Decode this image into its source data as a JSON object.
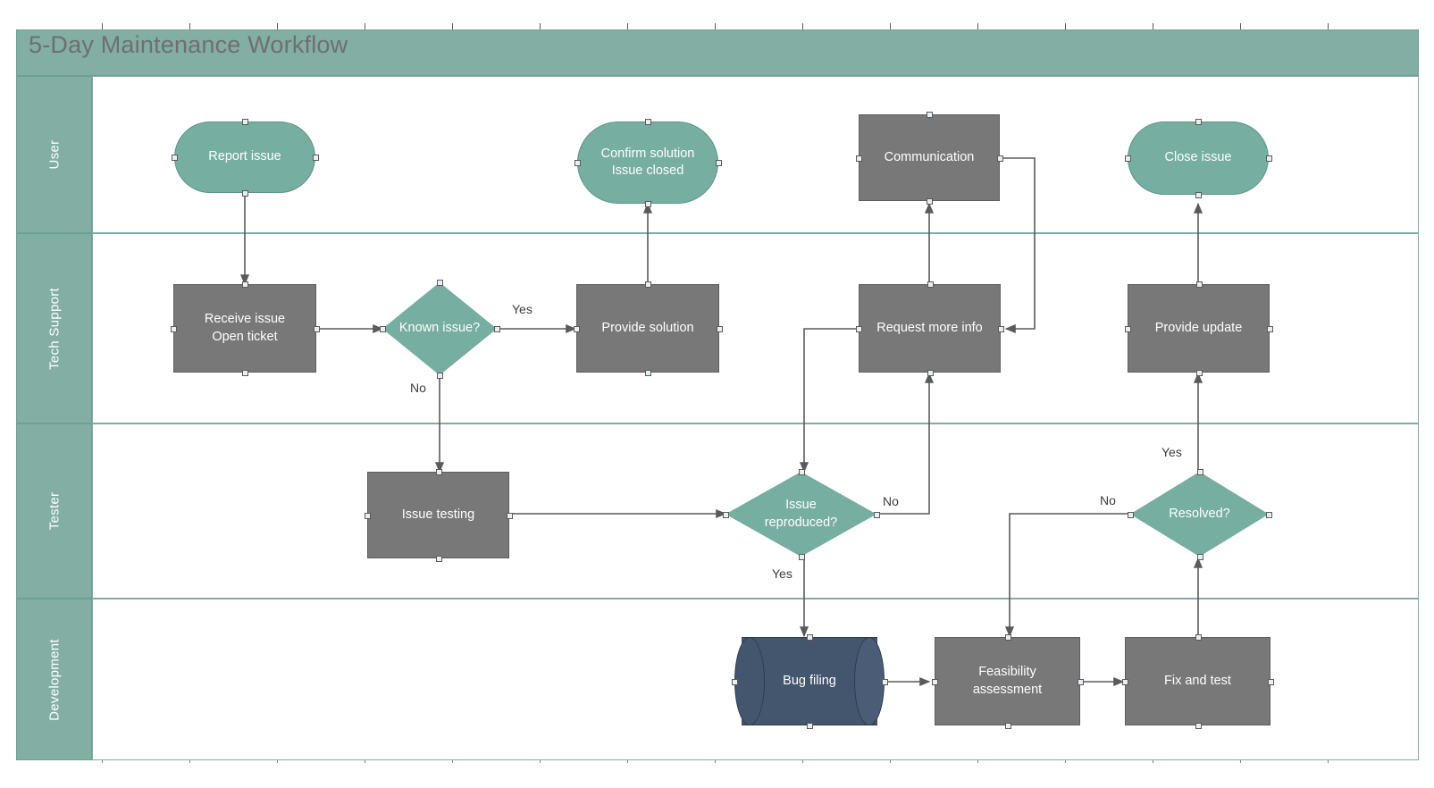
{
  "diagram": {
    "title": "5-Day Maintenance Workflow",
    "type": "swimlane-flowchart",
    "colors": {
      "lane_header": "#82aea4",
      "terminator": "#76aea1",
      "decision": "#76aea1",
      "process": "#787878",
      "database": "#44556e",
      "edge": "#5a5a5a",
      "title_text": "#6f6f6f",
      "canvas": "#ffffff"
    },
    "lanes": [
      {
        "id": "user",
        "label": "User"
      },
      {
        "id": "tech",
        "label": "Tech Support"
      },
      {
        "id": "tester",
        "label": "Tester"
      },
      {
        "id": "dev",
        "label": "Development"
      }
    ],
    "nodes": [
      {
        "id": "report",
        "label": "Report issue",
        "lane": "user",
        "shape": "terminator"
      },
      {
        "id": "confirm",
        "label": "Confirm solution\nIssue closed",
        "lane": "user",
        "shape": "terminator"
      },
      {
        "id": "comm",
        "label": "Communication",
        "lane": "user",
        "shape": "process"
      },
      {
        "id": "closeissue",
        "label": "Close issue",
        "lane": "user",
        "shape": "terminator"
      },
      {
        "id": "receive",
        "label": "Receive issue\nOpen ticket",
        "lane": "tech",
        "shape": "process"
      },
      {
        "id": "known",
        "label": "Known issue?",
        "lane": "tech",
        "shape": "decision"
      },
      {
        "id": "solution",
        "label": "Provide solution",
        "lane": "tech",
        "shape": "process"
      },
      {
        "id": "reqinfo",
        "label": "Request more info",
        "lane": "tech",
        "shape": "process"
      },
      {
        "id": "update",
        "label": "Provide update",
        "lane": "tech",
        "shape": "process"
      },
      {
        "id": "testing",
        "label": "Issue testing",
        "lane": "tester",
        "shape": "process"
      },
      {
        "id": "reproduced",
        "label": "Issue\nreproduced?",
        "lane": "tester",
        "shape": "decision"
      },
      {
        "id": "resolved",
        "label": "Resolved?",
        "lane": "tester",
        "shape": "decision"
      },
      {
        "id": "bugfiling",
        "label": "Bug filing",
        "lane": "dev",
        "shape": "database"
      },
      {
        "id": "feasibility",
        "label": "Feasibility\nassessment",
        "lane": "dev",
        "shape": "process"
      },
      {
        "id": "fixtest",
        "label": "Fix and test",
        "lane": "dev",
        "shape": "process"
      }
    ],
    "edges": [
      {
        "from": "report",
        "to": "receive",
        "label": ""
      },
      {
        "from": "receive",
        "to": "known",
        "label": ""
      },
      {
        "from": "known",
        "to": "solution",
        "label": "Yes"
      },
      {
        "from": "known",
        "to": "testing",
        "label": "No"
      },
      {
        "from": "solution",
        "to": "confirm",
        "label": ""
      },
      {
        "from": "testing",
        "to": "reproduced",
        "label": ""
      },
      {
        "from": "reqinfo",
        "to": "reproduced",
        "label": ""
      },
      {
        "from": "reproduced",
        "to": "reqinfo",
        "label": "No"
      },
      {
        "from": "reproduced",
        "to": "bugfiling",
        "label": "Yes"
      },
      {
        "from": "reqinfo",
        "to": "comm",
        "label": ""
      },
      {
        "from": "comm",
        "to": "reqinfo",
        "label": ""
      },
      {
        "from": "bugfiling",
        "to": "feasibility",
        "label": ""
      },
      {
        "from": "feasibility",
        "to": "fixtest",
        "label": ""
      },
      {
        "from": "fixtest",
        "to": "resolved",
        "label": ""
      },
      {
        "from": "resolved",
        "to": "feasibility",
        "label": "No"
      },
      {
        "from": "resolved",
        "to": "update",
        "label": "Yes"
      },
      {
        "from": "update",
        "to": "closeissue",
        "label": ""
      }
    ],
    "edge_labels": {
      "known_yes": "Yes",
      "known_no": "No",
      "reproduced_no": "No",
      "reproduced_yes": "Yes",
      "resolved_no": "No",
      "resolved_yes": "Yes"
    }
  }
}
